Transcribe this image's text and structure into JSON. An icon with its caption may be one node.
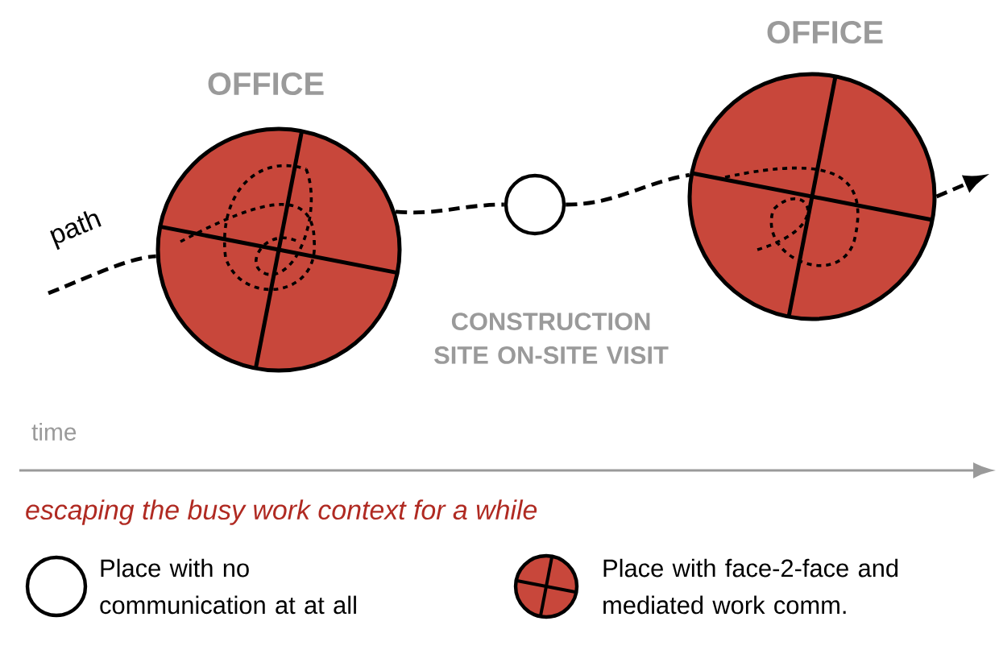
{
  "diagram": {
    "nodes": [
      {
        "text": [
          "OFFICE"
        ]
      },
      {
        "text": [],
        "shape": "circle"
      },
      {
        "text": [
          "OFFICE"
        ]
      }
    ],
    "edges": [
      {
        "from": null,
        "to": 0,
        "arrow": "none",
        "label": "path"
      },
      {
        "from": 0,
        "to": 1,
        "arrow": "none"
      },
      {
        "from": 1,
        "to": 2,
        "arrow": "none"
      },
      {
        "from": 2,
        "to": null,
        "arrow": "to"
      }
    ],
    "labels": [
      "CONSTRUCTION SITE ON-SITE VISIT",
      "time",
      "escaping the busy work context for a while"
    ],
    "legend": [
      {
        "text": "Place with no communication at at all"
      },
      {
        "text": "Place with face-2-face and mediated work comm."
      }
    ]
  }
}
